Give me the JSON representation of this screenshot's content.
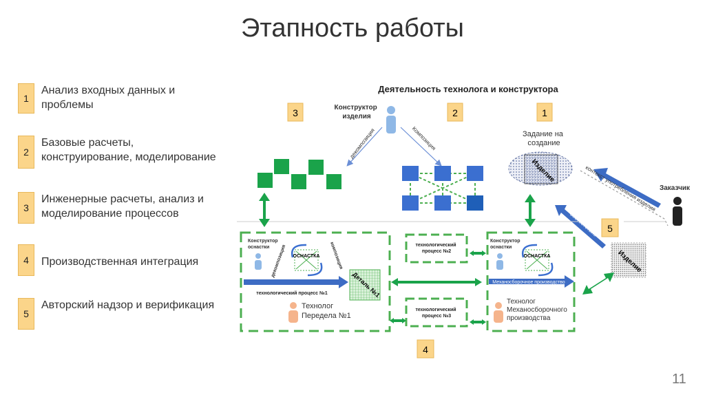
{
  "title": "Этапность работы",
  "slide_number": "11",
  "stages": [
    {
      "num": "1",
      "text": "Анализ входных данных и проблемы"
    },
    {
      "num": "2",
      "text": "Базовые расчеты, конструирование, моделирование"
    },
    {
      "num": "3",
      "text": "Инженерные расчеты, анализ и моделирование процессов"
    },
    {
      "num": "4",
      "text": "Производственная интеграция"
    },
    {
      "num": "5",
      "text": "Авторский надзор и верификация"
    }
  ],
  "diagram": {
    "heading": "Деятельность технолога и конструктора",
    "designer": "Конструктор изделия",
    "decomposition": "декомпозиция",
    "composition": "Композиция",
    "task": "Задание на создание",
    "product": "Изделие",
    "customer": "Заказчик",
    "context": "контекст употребления изделия",
    "compliance": "соответствие",
    "tooling_designer": "Конструктор оснастки",
    "tooling": "ОСНАСТКА",
    "decomposition_small": "декомпозиция",
    "composition_small": "композиция",
    "process1": "технологический процесс №1",
    "part1": "Деталь №1",
    "technologist1": "Технолог Передела №1",
    "process2": "технологический процесс №2",
    "process3": "технологический процесс №3",
    "assembly": "Механосборочное производство",
    "technologist2": "Технолог Механосборочного производства",
    "badge1": "1",
    "badge2": "2",
    "badge3": "3",
    "badge4": "4",
    "badge5": "5",
    "colors": {
      "green": "#1aa34a",
      "blue": "#3b6fd0",
      "dark_blue": "#1f5fb8",
      "dash_green": "#4caf50",
      "orange_badge": "#fbd58a"
    }
  }
}
